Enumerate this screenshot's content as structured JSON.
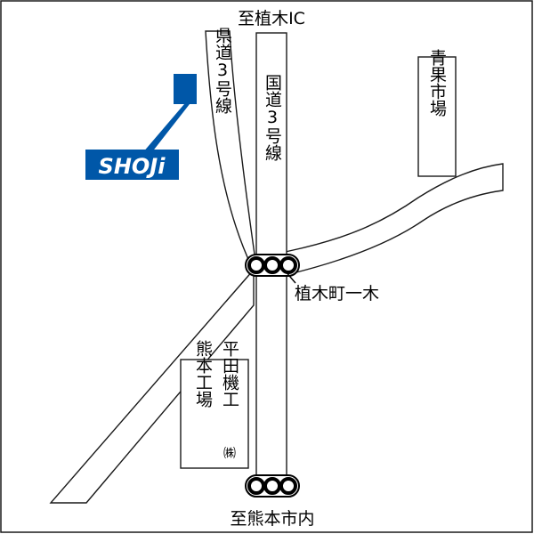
{
  "labels": {
    "to_ueki_ic": "至植木IC",
    "to_kumamoto_city": "至熊本市内",
    "prefectural_road": "県道3号線",
    "national_road": "国道3号線",
    "intersection": "植木町一木",
    "aoka_market": "青果市場",
    "hirata_name": "平田機工",
    "hirata_suffix": "㈱",
    "kumamoto_factory": "熊本工場"
  },
  "logo": {
    "text": "SHOJi"
  },
  "colors": {
    "brand_blue": "#0057a8",
    "ink": "#1a1a1a",
    "background": "#ffffff"
  },
  "icons": [
    "traffic-signal-icon",
    "logo-marker-square"
  ]
}
